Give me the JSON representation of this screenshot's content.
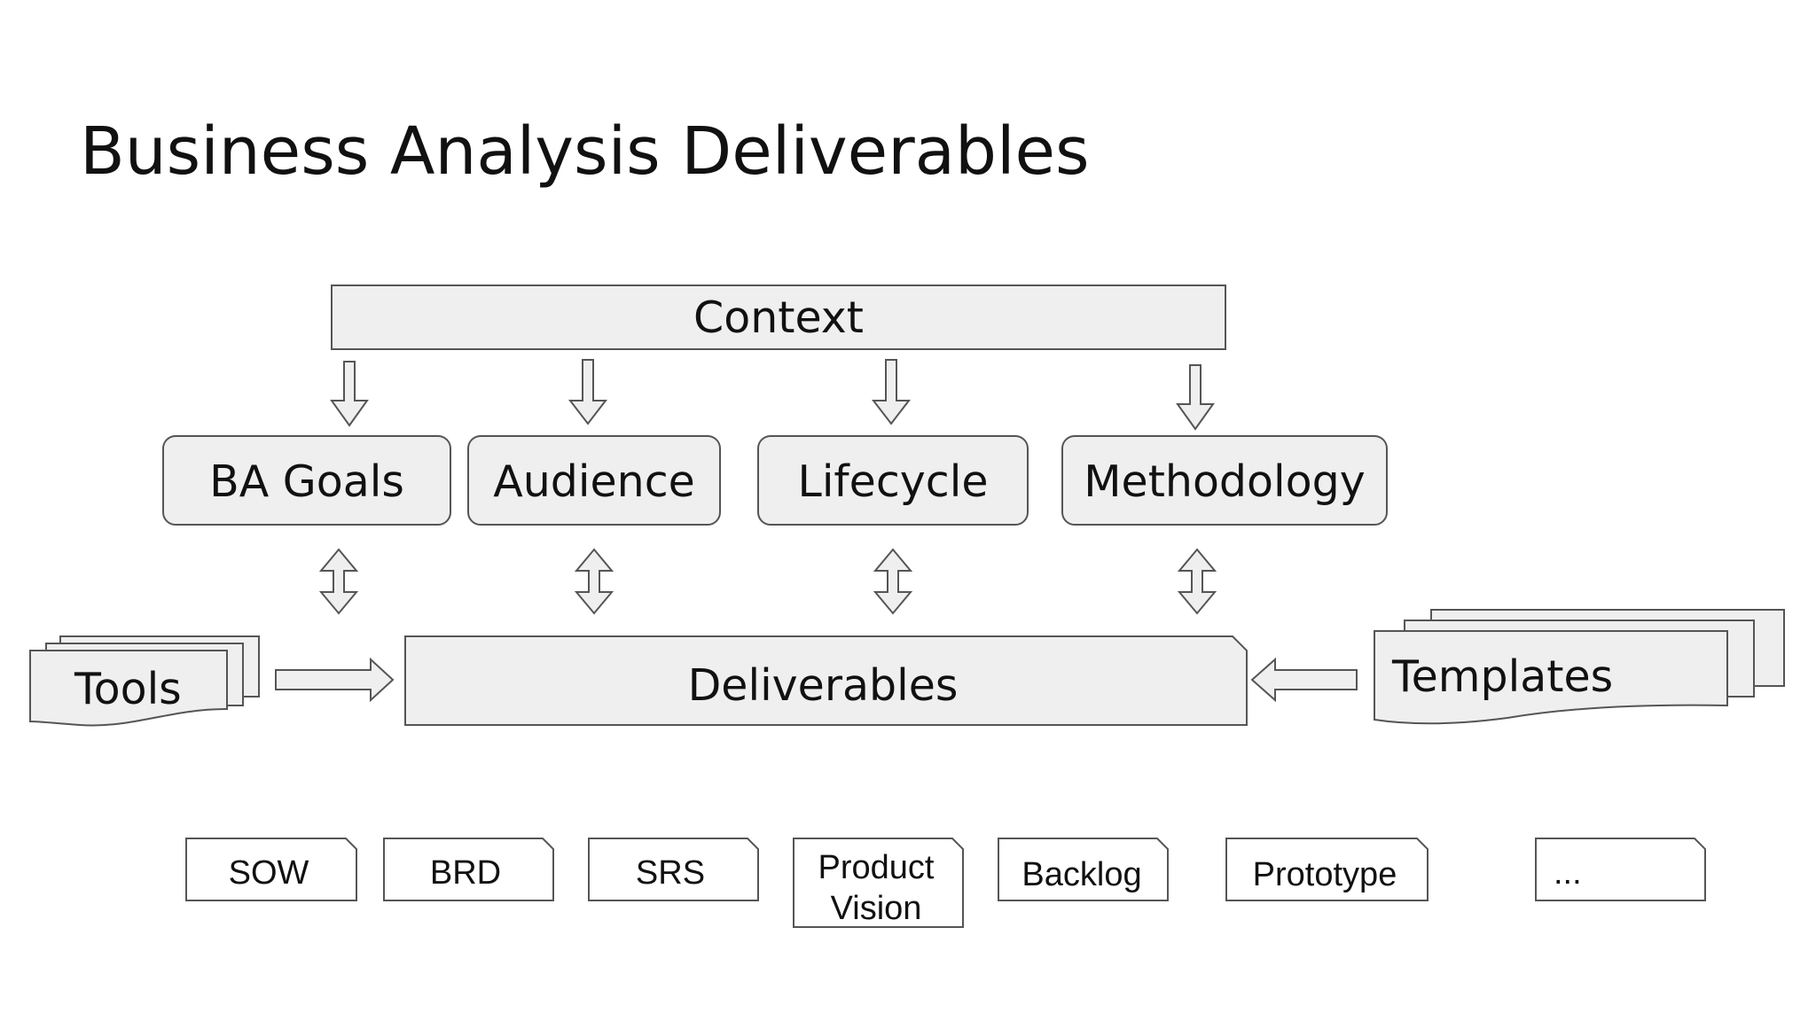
{
  "title": "Business Analysis Deliverables",
  "context": {
    "label": "Context"
  },
  "factors": [
    {
      "label": "BA Goals"
    },
    {
      "label": "Audience"
    },
    {
      "label": "Lifecycle"
    },
    {
      "label": "Methodology"
    }
  ],
  "center": {
    "label": "Deliverables"
  },
  "tools": {
    "label": "Tools"
  },
  "templates": {
    "label": "Templates"
  },
  "outputs": [
    {
      "label": "SOW"
    },
    {
      "label": "BRD"
    },
    {
      "label": "SRS"
    },
    {
      "line1": "Product",
      "line2": "Vision"
    },
    {
      "label": "Backlog"
    },
    {
      "label": "Prototype"
    },
    {
      "label": "..."
    }
  ],
  "colors": {
    "fill": "#efefef",
    "stroke": "#555555",
    "text": "#111111"
  }
}
